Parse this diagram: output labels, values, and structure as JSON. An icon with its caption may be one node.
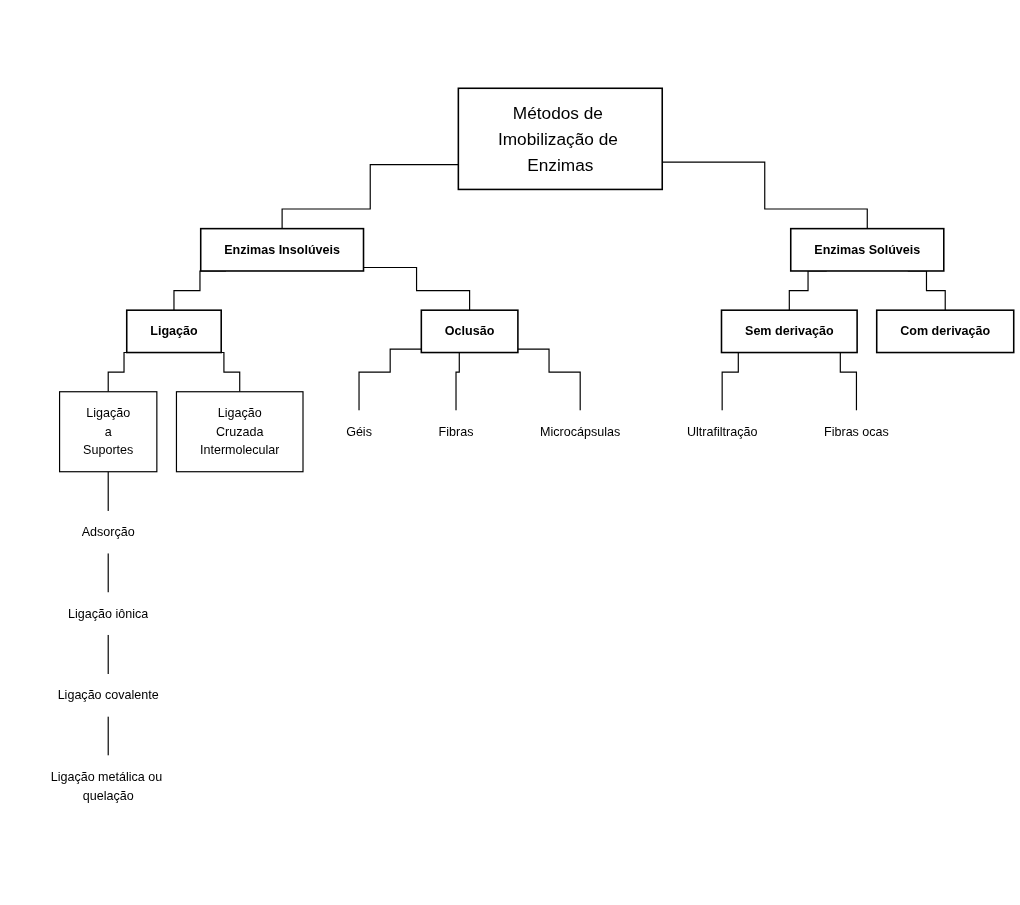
{
  "diagram": {
    "nodes": [
      {
        "text": [
          "Métodos de Imobilização de Enzimas"
        ]
      },
      {
        "text": [
          "Enzimas Insolúveis"
        ]
      },
      {
        "text": [
          "Enzimas Solúveis"
        ]
      },
      {
        "text": [
          "Ligação"
        ]
      },
      {
        "text": [
          "Oclusão"
        ]
      },
      {
        "text": [
          "Sem derivação"
        ]
      },
      {
        "text": [
          "Com derivação"
        ]
      },
      {
        "text": [
          "Ligação a Suportes"
        ]
      },
      {
        "text": [
          "Ligação Cruzada Intermolecular"
        ]
      },
      {
        "text": [
          "Géis"
        ]
      },
      {
        "text": [
          "Fibras"
        ]
      },
      {
        "text": [
          "Microcápsulas"
        ]
      },
      {
        "text": [
          "Ultrafiltração"
        ]
      },
      {
        "text": [
          "Fibras ocas"
        ]
      },
      {
        "text": [
          "Adsorção"
        ]
      },
      {
        "text": [
          "Ligação iônica"
        ]
      },
      {
        "text": [
          "Ligação covalente"
        ]
      },
      {
        "text": [
          "Ligação metálica ou quelação"
        ]
      }
    ],
    "edges": [
      {
        "from": 0,
        "to": 1,
        "arrow": "none"
      },
      {
        "from": 0,
        "to": 2,
        "arrow": "none"
      },
      {
        "from": 1,
        "to": 3,
        "arrow": "none"
      },
      {
        "from": 1,
        "to": 4,
        "arrow": "none"
      },
      {
        "from": 2,
        "to": 5,
        "arrow": "none"
      },
      {
        "from": 2,
        "to": 6,
        "arrow": "none"
      },
      {
        "from": 3,
        "to": 7,
        "arrow": "none"
      },
      {
        "from": 3,
        "to": 8,
        "arrow": "none"
      },
      {
        "from": 4,
        "to": 9,
        "arrow": "none"
      },
      {
        "from": 4,
        "to": 10,
        "arrow": "none"
      },
      {
        "from": 4,
        "to": 11,
        "arrow": "none"
      },
      {
        "from": 5,
        "to": 12,
        "arrow": "none"
      },
      {
        "from": 5,
        "to": 13,
        "arrow": "none"
      },
      {
        "from": 7,
        "to": 14,
        "arrow": "none"
      },
      {
        "from": 14,
        "to": 15,
        "arrow": "none"
      },
      {
        "from": 15,
        "to": 16,
        "arrow": "none"
      },
      {
        "from": 16,
        "to": 17,
        "arrow": "none"
      }
    ]
  }
}
